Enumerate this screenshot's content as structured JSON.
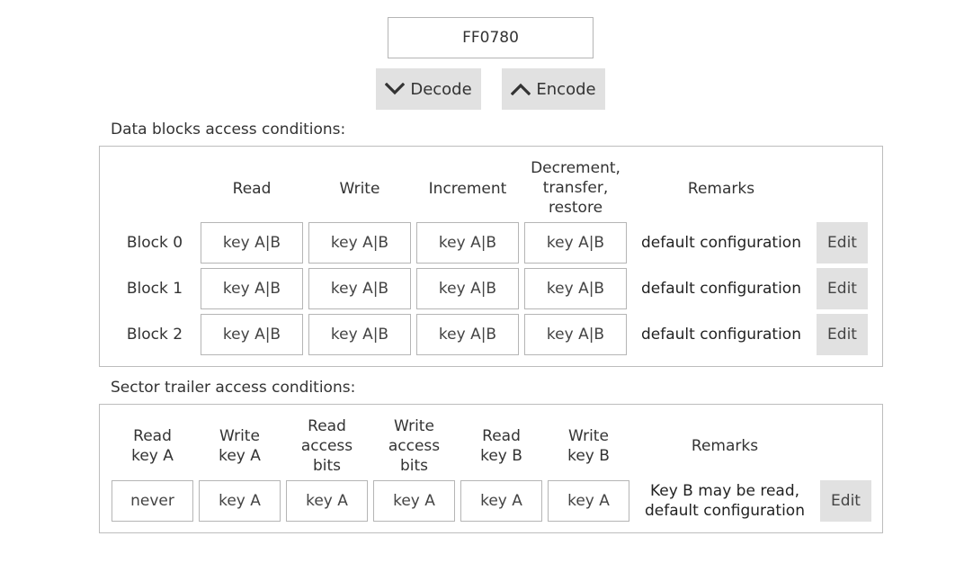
{
  "access_bits": {
    "value": "FF0780"
  },
  "buttons": {
    "decode_label": "Decode",
    "encode_label": "Encode"
  },
  "data_blocks": {
    "section_label": "Data blocks access conditions:",
    "headers": {
      "read": "Read",
      "write": "Write",
      "increment": "Increment",
      "decrement": [
        "Decrement,",
        "transfer,",
        "restore"
      ],
      "remarks": "Remarks"
    },
    "rows": [
      {
        "label": "Block 0",
        "read": "key A|B",
        "write": "key A|B",
        "increment": "key A|B",
        "decrement": "key A|B",
        "remark": "default configuration",
        "edit_label": "Edit"
      },
      {
        "label": "Block 1",
        "read": "key A|B",
        "write": "key A|B",
        "increment": "key A|B",
        "decrement": "key A|B",
        "remark": "default configuration",
        "edit_label": "Edit"
      },
      {
        "label": "Block 2",
        "read": "key A|B",
        "write": "key A|B",
        "increment": "key A|B",
        "decrement": "key A|B",
        "remark": "default configuration",
        "edit_label": "Edit"
      }
    ]
  },
  "sector_trailer": {
    "section_label": "Sector trailer access conditions:",
    "headers": {
      "read_key_a": [
        "Read",
        "key A"
      ],
      "write_key_a": [
        "Write",
        "key A"
      ],
      "read_access_bits": [
        "Read",
        "access",
        "bits"
      ],
      "write_access_bits": [
        "Write",
        "access",
        "bits"
      ],
      "read_key_b": [
        "Read",
        "key B"
      ],
      "write_key_b": [
        "Write",
        "key B"
      ],
      "remarks": "Remarks"
    },
    "row": {
      "read_key_a": "never",
      "write_key_a": "key A",
      "read_access_bits": "key A",
      "write_access_bits": "key A",
      "read_key_b": "key A",
      "write_key_b": "key A",
      "remark": [
        "Key B may be read,",
        "default configuration"
      ],
      "edit_label": "Edit"
    }
  },
  "icons": {
    "decode": "chevron-down-icon",
    "encode": "chevron-up-icon"
  }
}
